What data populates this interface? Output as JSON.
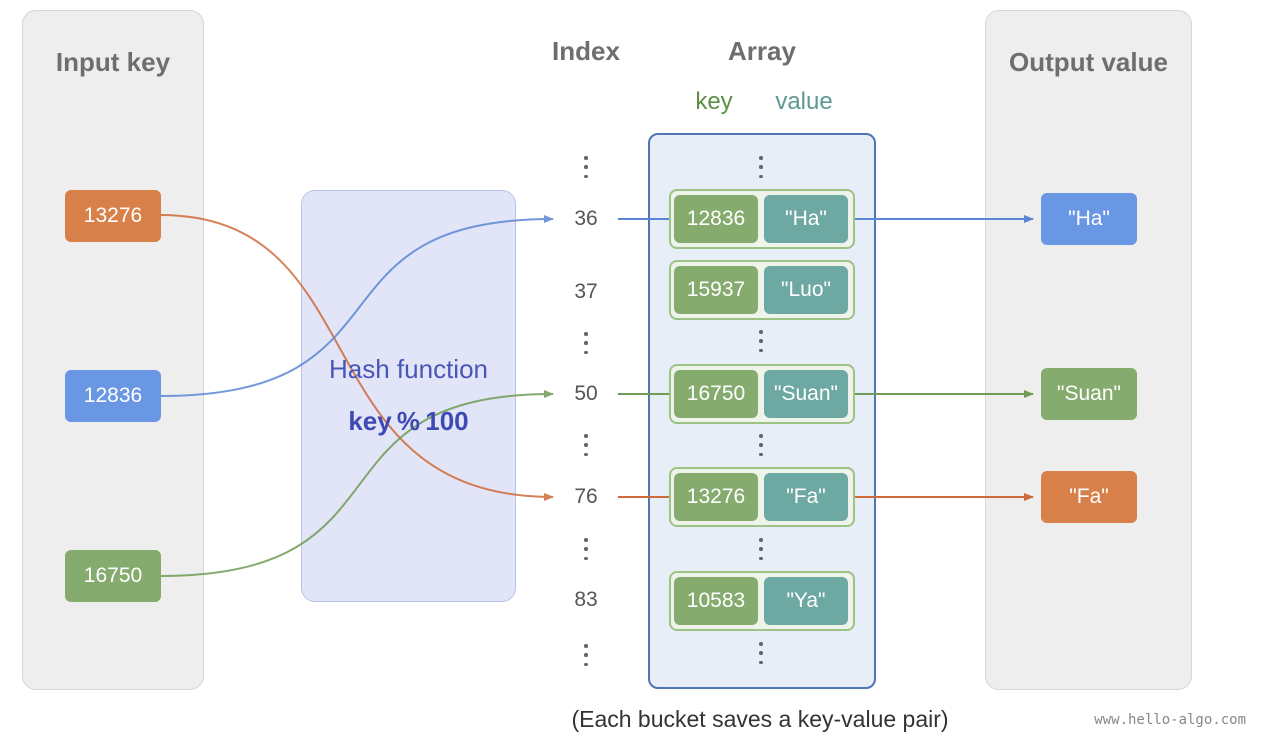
{
  "panels": {
    "input_title": "Input key",
    "output_title": "Output value"
  },
  "headers": {
    "index": "Index",
    "array": "Array",
    "key": "key",
    "value": "value"
  },
  "hash": {
    "title": "Hash function",
    "formula": "key % 100"
  },
  "input_keys": [
    "13276",
    "12836",
    "16750"
  ],
  "indices": [
    "36",
    "37",
    "50",
    "76",
    "83"
  ],
  "buckets": [
    {
      "key": "12836",
      "value": "\"Ha\""
    },
    {
      "key": "15937",
      "value": "\"Luo\""
    },
    {
      "key": "16750",
      "value": "\"Suan\""
    },
    {
      "key": "13276",
      "value": "\"Fa\""
    },
    {
      "key": "10583",
      "value": "\"Ya\""
    }
  ],
  "outputs": [
    "\"Ha\"",
    "\"Suan\"",
    "\"Fa\""
  ],
  "caption": "(Each bucket saves a key-value pair)",
  "watermark": "www.hello-algo.com",
  "colors": {
    "orange": "#d8804a",
    "blue": "#6a97e4",
    "green": "#85ab6e",
    "teal": "#6ea8a2",
    "key_header": "#5e8f48",
    "value_header": "#5d9992"
  }
}
